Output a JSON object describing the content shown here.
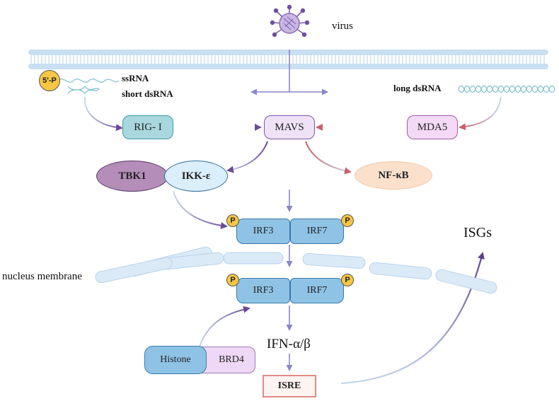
{
  "labels": {
    "virus": "virus",
    "ssRNA": "ssRNA",
    "short_dsRNA": "short dsRNA",
    "five_p": "5'-P",
    "long_dsRNA": "long dsRNA",
    "nucleus_membrane": "nucleus membrane",
    "isgs": "ISGs",
    "ifn": "IFN-α/β"
  },
  "nodes": {
    "rig_i": "RIG- I",
    "mavs": "MAVS",
    "mda5": "MDA5",
    "tbk1": "TBK1",
    "ikk_e": "IKK-ε",
    "nf_kb": "NF-κB",
    "irf3_top": "IRF3",
    "irf7_top": "IRF7",
    "irf3_bottom": "IRF3",
    "irf7_bottom": "IRF7",
    "histone": "Histone",
    "brd4": "BRD4",
    "isre": "ISRE"
  },
  "phospho_label": "P",
  "colors": {
    "membrane_head": "#c9dff2",
    "teal": "#a8d8de",
    "blue": "#8fc3e6",
    "purple": "#b98fc0",
    "light_purple": "#eed8f5",
    "peach": "#fbe1cc",
    "yellow": "#f6c644",
    "isre_border": "#e08a86"
  }
}
